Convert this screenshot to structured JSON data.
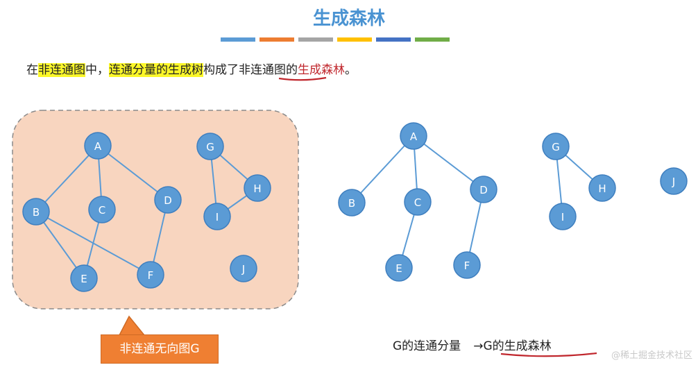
{
  "title": "生成森林",
  "title_bar_colors": [
    "#5b9bd5",
    "#ed7d31",
    "#a5a5a5",
    "#ffc000",
    "#4472c4",
    "#70ad47"
  ],
  "statement": {
    "p1": "在",
    "p2": "非连通图",
    "p3": "中，",
    "p4": "连通分量的生成树",
    "p5": "构成了",
    "p6": "非连通图",
    "p7": "的",
    "p8": "生成森林",
    "p9": "。"
  },
  "graph_g": {
    "nodes": [
      {
        "id": "A",
        "label": "A"
      },
      {
        "id": "B",
        "label": "B"
      },
      {
        "id": "C",
        "label": "C"
      },
      {
        "id": "D",
        "label": "D"
      },
      {
        "id": "E",
        "label": "E"
      },
      {
        "id": "F",
        "label": "F"
      },
      {
        "id": "G",
        "label": "G"
      },
      {
        "id": "H",
        "label": "H"
      },
      {
        "id": "I",
        "label": "I"
      },
      {
        "id": "J",
        "label": "J"
      }
    ],
    "edges": [
      [
        "A",
        "B"
      ],
      [
        "A",
        "C"
      ],
      [
        "A",
        "D"
      ],
      [
        "B",
        "E"
      ],
      [
        "B",
        "F"
      ],
      [
        "C",
        "E"
      ],
      [
        "D",
        "F"
      ],
      [
        "G",
        "H"
      ],
      [
        "G",
        "I"
      ],
      [
        "H",
        "I"
      ]
    ]
  },
  "forest": {
    "nodes": [
      {
        "id": "A",
        "label": "A"
      },
      {
        "id": "B",
        "label": "B"
      },
      {
        "id": "C",
        "label": "C"
      },
      {
        "id": "D",
        "label": "D"
      },
      {
        "id": "E",
        "label": "E"
      },
      {
        "id": "F",
        "label": "F"
      },
      {
        "id": "G",
        "label": "G"
      },
      {
        "id": "H",
        "label": "H"
      },
      {
        "id": "I",
        "label": "I"
      },
      {
        "id": "J",
        "label": "J"
      }
    ],
    "edges": [
      [
        "A",
        "B"
      ],
      [
        "A",
        "C"
      ],
      [
        "A",
        "D"
      ],
      [
        "C",
        "E"
      ],
      [
        "D",
        "F"
      ],
      [
        "G",
        "H"
      ],
      [
        "G",
        "I"
      ]
    ]
  },
  "caption": "非连通无向图G",
  "bottom": {
    "left": "G的连通分量",
    "arrow": "→",
    "right": "G的生成森林"
  },
  "watermark": "@稀土掘金技术社区",
  "colors": {
    "node_fill": "#5b9bd5",
    "node_stroke": "#3f7fbf",
    "edge": "#5b9bd5",
    "region_fill": "#f8d5bf",
    "callout": "#ef7f32",
    "underline": "#c0272d"
  }
}
